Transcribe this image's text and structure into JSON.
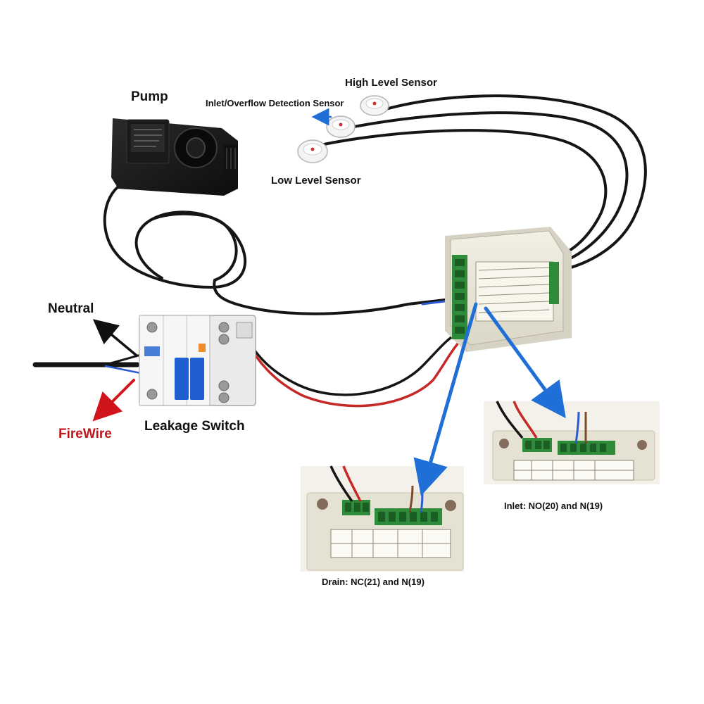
{
  "labels": {
    "pump": "Pump",
    "high_level_sensor": "High Level  Sensor",
    "inlet_overflow_sensor": "Inlet/Overflow Detection Sensor",
    "low_level_sensor": "Low Level Sensor",
    "neutral": "Neutral",
    "firewire": "FireWire",
    "leakage_switch": "Leakage Switch",
    "inlet_wiring": "Inlet: NO(20) and N(19)",
    "drain_wiring": "Drain: NC(21) and N(19)"
  },
  "colors": {
    "neutral_arrow": "#111111",
    "firewire_arrow": "#d0141b",
    "callout_arrow": "#1f6fd6",
    "wire_black": "#151515",
    "wire_red": "#c62828",
    "wire_blue": "#2a5bd0",
    "wire_brown": "#7a4a2a",
    "terminal_green": "#2e8b3a",
    "breaker_blue": "#1f5fcf",
    "module_body": "#e9e6d9"
  },
  "icons": [
    "pump-icon",
    "sensor-icon",
    "breaker-icon",
    "controller-icon",
    "terminal-block-icon"
  ]
}
